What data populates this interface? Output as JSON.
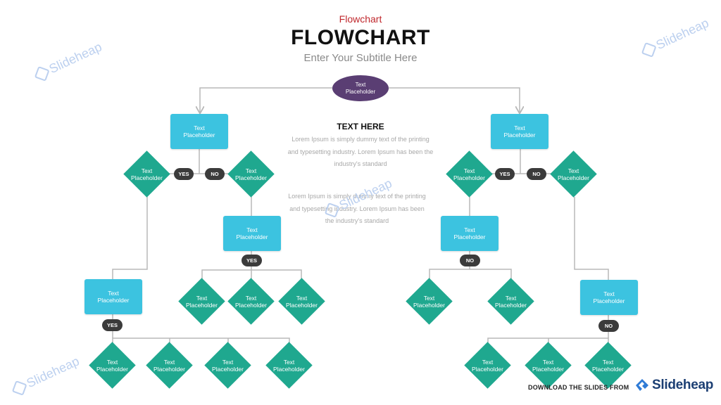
{
  "header": {
    "small_title": "Flowchart",
    "title": "FLOWCHART",
    "subtitle": "Enter Your Subtitle Here"
  },
  "center_text": {
    "heading": "TEXT HERE",
    "para1": "Lorem Ipsum is simply dummy text of the printing and typesetting industry. Lorem Ipsum has been the industry's standard",
    "para2": "Lorem Ipsum is simply dummy text of the printing and typesetting industry. Lorem Ipsum has been the industry's standard"
  },
  "nodes": {
    "start": "Text Placeholder",
    "left_box_top": "Text Placeholder",
    "left_dia_yes": "Text Placeholder",
    "left_dia_no": "Text Placeholder",
    "left_box_mid": "Text Placeholder",
    "left_mid_dia_1": "Text Placeholder",
    "left_mid_dia_2": "Text Placeholder",
    "left_mid_dia_3": "Text Placeholder",
    "left_box_low": "Text Placeholder",
    "left_low_dia_1": "Text Placeholder",
    "left_low_dia_2": "Text Placeholder",
    "left_low_dia_3": "Text Placeholder",
    "left_low_dia_4": "Text Placeholder",
    "right_box_top": "Text Placeholder",
    "right_dia_yes": "Text Placeholder",
    "right_dia_no": "Text Placeholder",
    "right_box_mid": "Text Placeholder",
    "right_mid_dia_1": "Text Placeholder",
    "right_mid_dia_2": "Text Placeholder",
    "right_box_low": "Text Placeholder",
    "right_low_dia_1": "Text Placeholder",
    "right_low_dia_2": "Text Placeholder",
    "right_low_dia_3": "Text Placeholder"
  },
  "labels": {
    "yes": "YES",
    "no": "NO"
  },
  "watermark": "Slideheap",
  "footer": {
    "download_text": "DOWNLOAD THE SLIDES FROM",
    "brand": "Slideheap"
  },
  "colors": {
    "oval": "#5a3e73",
    "box": "#3cc3e0",
    "diamond": "#1fa88f",
    "pill": "#3b3b3b",
    "connector": "#b8b8b8",
    "accent_red": "#c0282d"
  }
}
